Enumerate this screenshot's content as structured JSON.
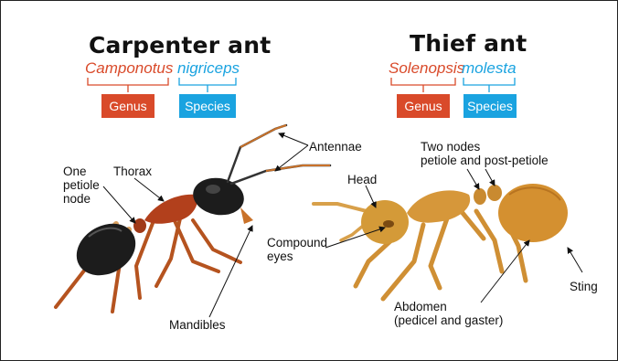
{
  "carpenter": {
    "title": "Carpenter ant",
    "genus_name": "Camponotus",
    "species_name": "nigriceps",
    "genus_badge": "Genus",
    "species_badge": "Species"
  },
  "thief": {
    "title": "Thief ant",
    "genus_name": "Solenopsis",
    "species_name": "molesta",
    "genus_badge": "Genus",
    "species_badge": "Species"
  },
  "labels": {
    "antennae": "Antennae",
    "thorax": "Thorax",
    "petiole_line1": "One",
    "petiole_line2": "petiole",
    "petiole_line3": "node",
    "mandibles": "Mandibles",
    "head": "Head",
    "two_nodes_line1": "Two nodes",
    "two_nodes_line2": "petiole and post-petiole",
    "compound_line1": "Compound",
    "compound_line2": "eyes",
    "sting": "Sting",
    "abdomen_line1": "Abdomen",
    "abdomen_line2": "(pedicel and gaster)"
  },
  "colors": {
    "genus_orange": "#d94a2a",
    "species_blue": "#1aa3e0",
    "carpenter_head": "#1c1c1c",
    "carpenter_thorax": "#b2401c",
    "thief_body": "#d49a38"
  }
}
